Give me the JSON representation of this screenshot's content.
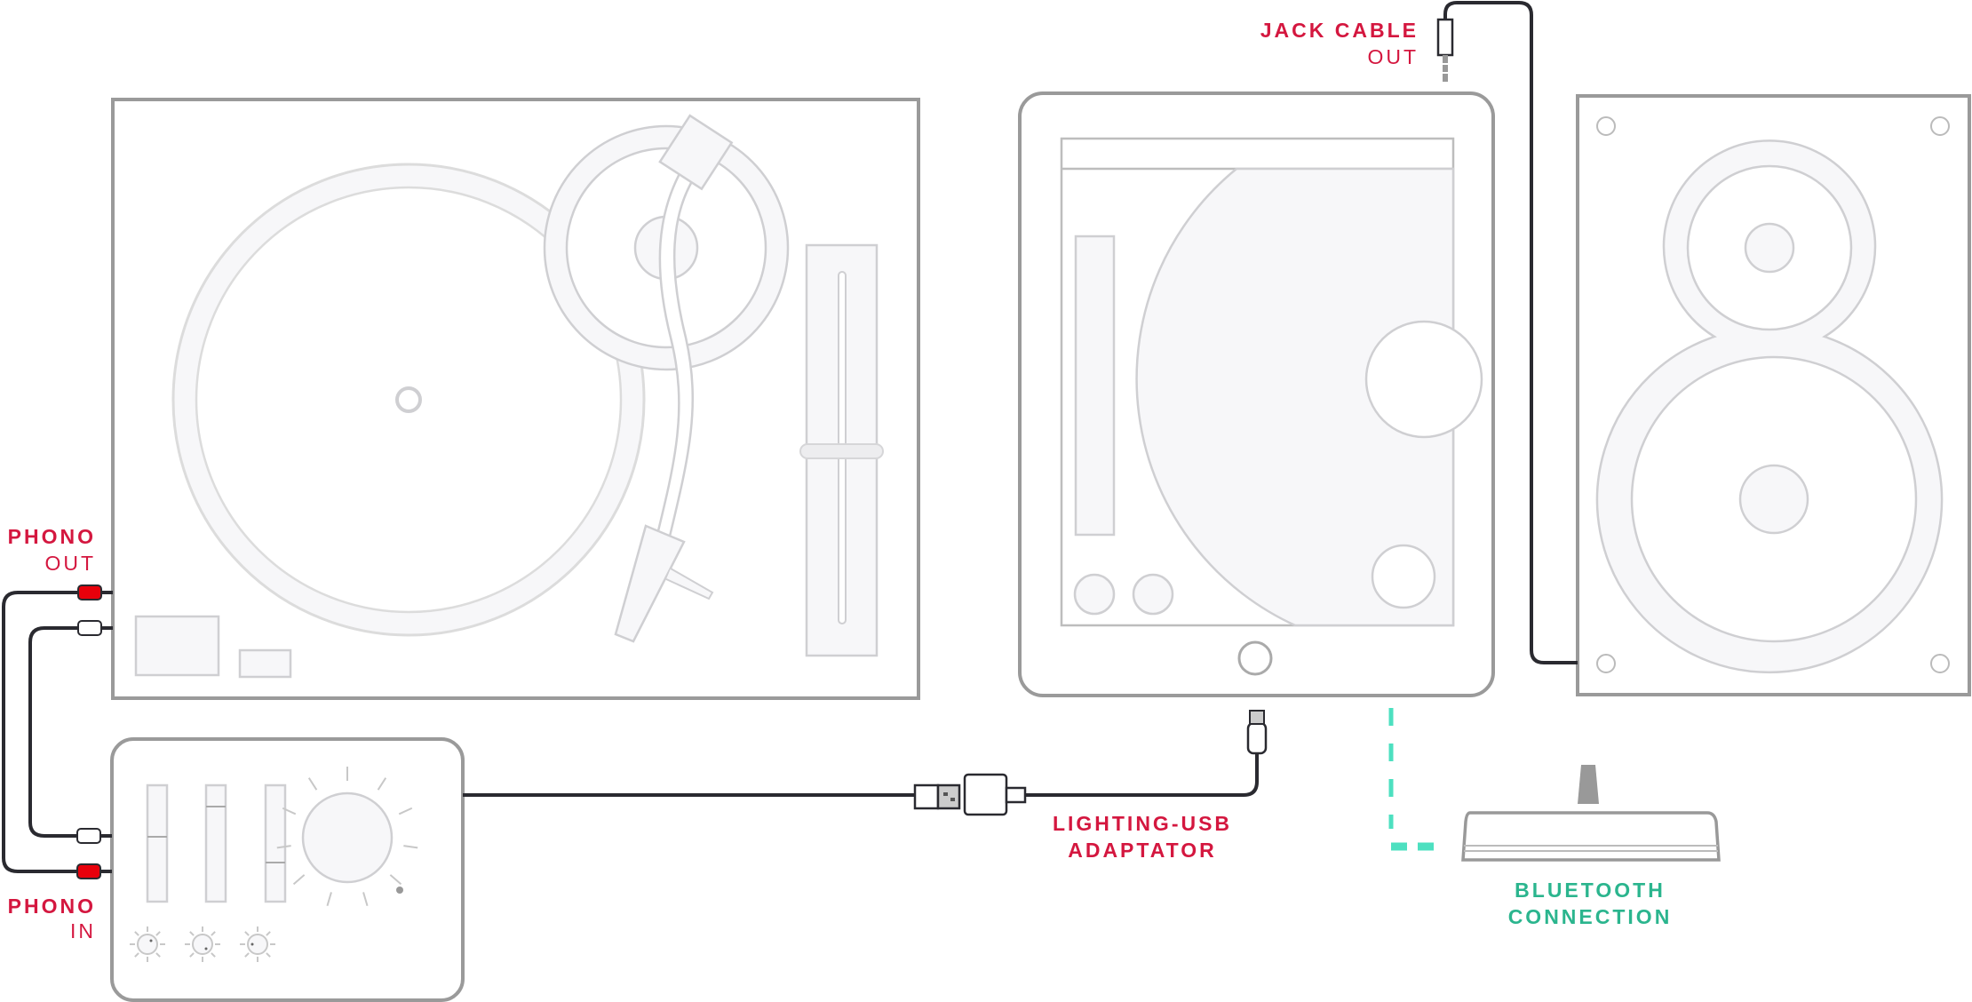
{
  "labels": {
    "phono_out": {
      "line1": "PHONO",
      "line2": "OUT"
    },
    "phono_in": {
      "line1": "PHONO",
      "line2": "IN"
    },
    "jack_cable": {
      "line1": "JACK CABLE",
      "line2": "OUT"
    },
    "adapter": {
      "line1": "LIGHTING-USB",
      "line2": "ADAPTATOR"
    },
    "bluetooth": {
      "line1": "BLUETOOTH",
      "line2": "CONNECTION"
    }
  },
  "colors": {
    "label_red": "#d4173f",
    "rca_red": "#e8000b",
    "bluetooth_teal": "#2bb58e",
    "bluetooth_dash": "#4de0c0",
    "device_outline": "#9a9a9a"
  }
}
